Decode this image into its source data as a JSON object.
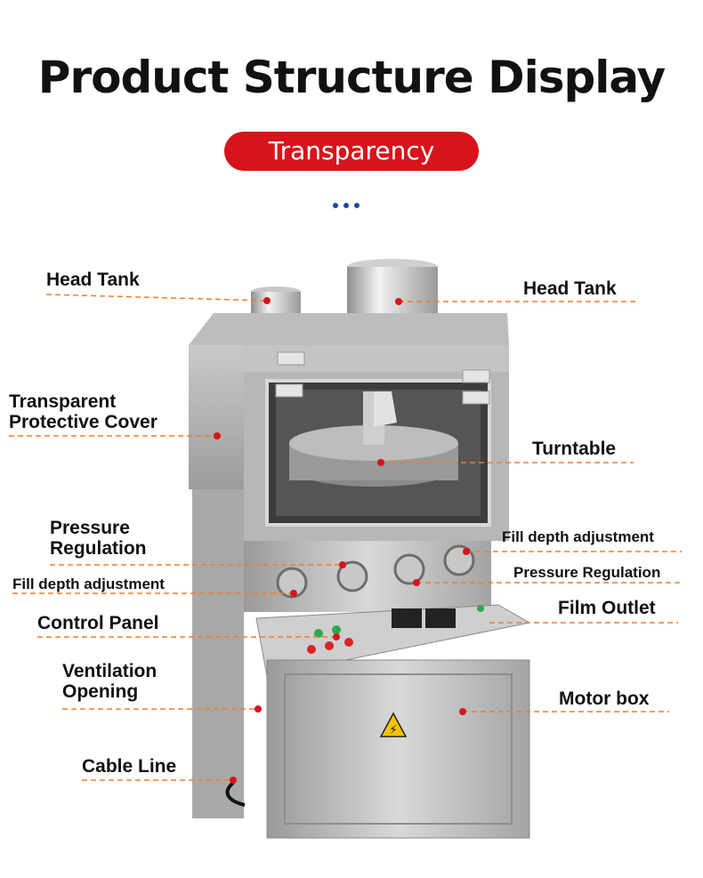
{
  "title": "Product Structure Display",
  "badge": "Transparency",
  "labels": {
    "head_tank_left": "Head Tank",
    "head_tank_right": "Head Tank",
    "transparent_cover_1": "Transparent",
    "transparent_cover_2": "Protective Cover",
    "turntable": "Turntable",
    "pressure_regulation_left_1": "Pressure",
    "pressure_regulation_left_2": "Regulation",
    "fill_depth_right": "Fill depth adjustment",
    "pressure_regulation_right": "Pressure Regulation",
    "fill_depth_left": "Fill depth adjustment",
    "film_outlet": "Film Outlet",
    "control_panel": "Control Panel",
    "ventilation_1": "Ventilation",
    "ventilation_2": "Opening",
    "motor_box": "Motor box",
    "cable_line": "Cable Line"
  },
  "colors": {
    "accent_red": "#d7141b",
    "leader_orange": "#f07d2c",
    "dot_blue": "#1a4aa0"
  }
}
